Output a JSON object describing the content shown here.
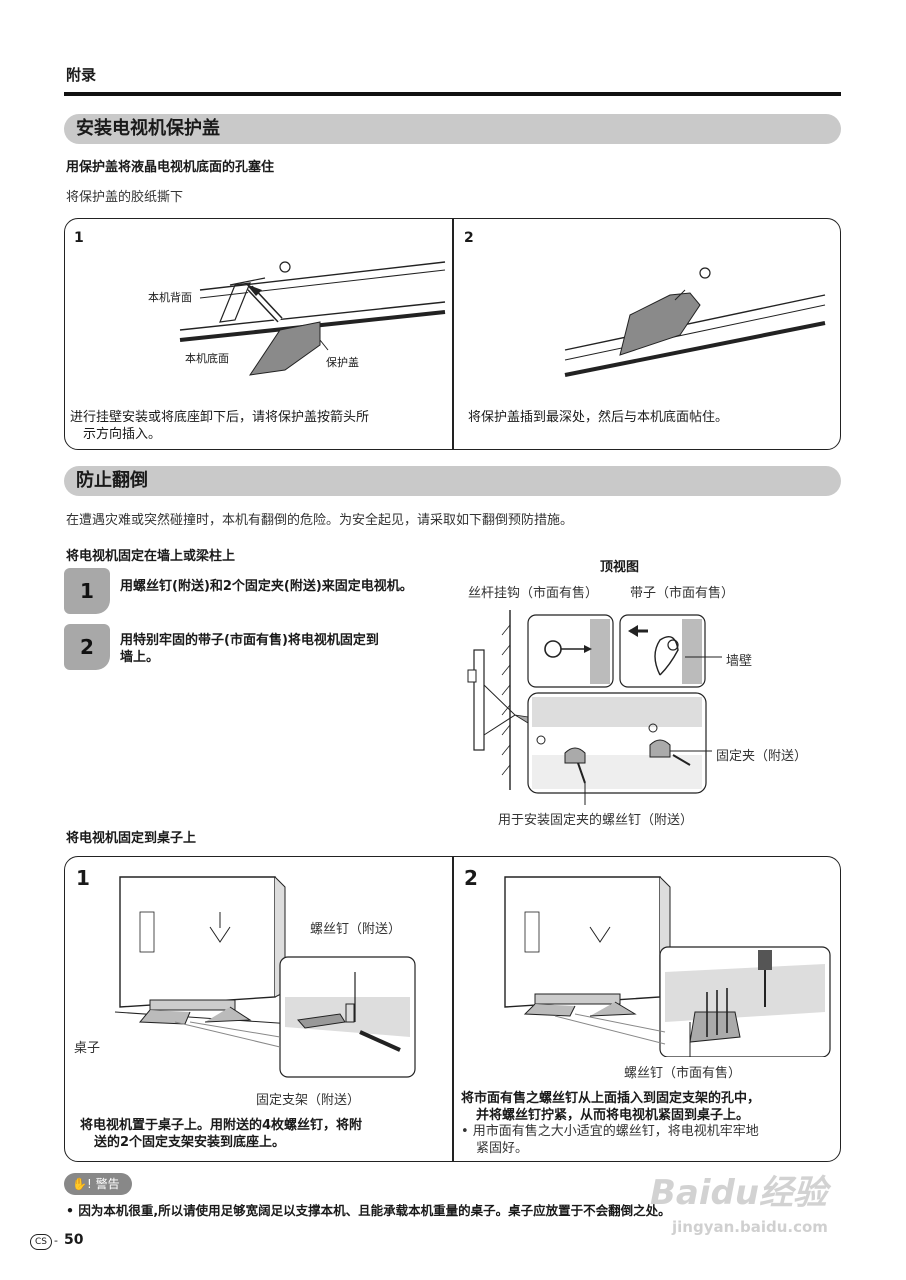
{
  "header": {
    "chapter": "附录"
  },
  "section1": {
    "title": "安装电视机保护盖",
    "subtitle": "用保护盖将液晶电视机底面的孔塞住",
    "intro": "将保护盖的胶纸撕下",
    "panel1": {
      "number": "1",
      "label_back": "本机背面",
      "label_bottom": "本机底面",
      "label_cover": "保护盖",
      "caption_line1": "进行挂壁安装或将底座卸下后，请将保护盖按箭头所",
      "caption_line2": "示方向插入。"
    },
    "panel2": {
      "number": "2",
      "caption": "将保护盖插到最深处，然后与本机底面帖住。"
    }
  },
  "section2": {
    "title": "防止翻倒",
    "intro": "在遭遇灾难或突然碰撞时，本机有翻倒的危险。为安全起见，请采取如下翻倒预防措施。",
    "wall": {
      "heading": "将电视机固定在墙上或梁柱上",
      "step1_num": "1",
      "step1_text": "用螺丝钉(附送)和2个固定夹(附送)来固定电视机。",
      "step2_num": "2",
      "step2_text_line1": "用特别牢固的带子(市面有售)将电视机固定到",
      "step2_text_line2": "墙上。",
      "diagram": {
        "title": "顶视图",
        "label_hook": "丝杆挂钩（市面有售）",
        "label_strap": "带子（市面有售）",
        "label_wall": "墙壁",
        "label_clip": "固定夹（附送）",
        "label_screw": "用于安装固定夹的螺丝钉（附送）"
      }
    },
    "desk": {
      "heading": "将电视机固定到桌子上",
      "panel1": {
        "number": "1",
        "label_screw": "螺丝钉（附送）",
        "label_desk": "桌子",
        "label_bracket": "固定支架（附送）",
        "caption_line1": "将电视机置于桌子上。用附送的4枚螺丝钉，将附",
        "caption_line2": "送的2个固定支架安装到底座上。"
      },
      "panel2": {
        "number": "2",
        "label_screw": "螺丝钉（市面有售）",
        "caption_line1": "将市面有售之螺丝钉从上面插入到固定支架的孔中，",
        "caption_line2": "并将螺丝钉拧紧，从而将电视机紧固到桌子上。",
        "bullet_line1": "• 用市面有售之大小适宜的螺丝钉，将电视机牢牢地",
        "bullet_line2": "紧固好。"
      }
    }
  },
  "warning": {
    "badge": "警告",
    "text": "• 因为本机很重,所以请使用足够宽阔足以支撑本机、且能承载本机重量的桌子。桌子应放置于不会翻倒之处。"
  },
  "footer": {
    "lang": "CS",
    "page": "50"
  },
  "watermark": {
    "brand": "Baidu经验",
    "url": "jingyan.baidu.com"
  }
}
